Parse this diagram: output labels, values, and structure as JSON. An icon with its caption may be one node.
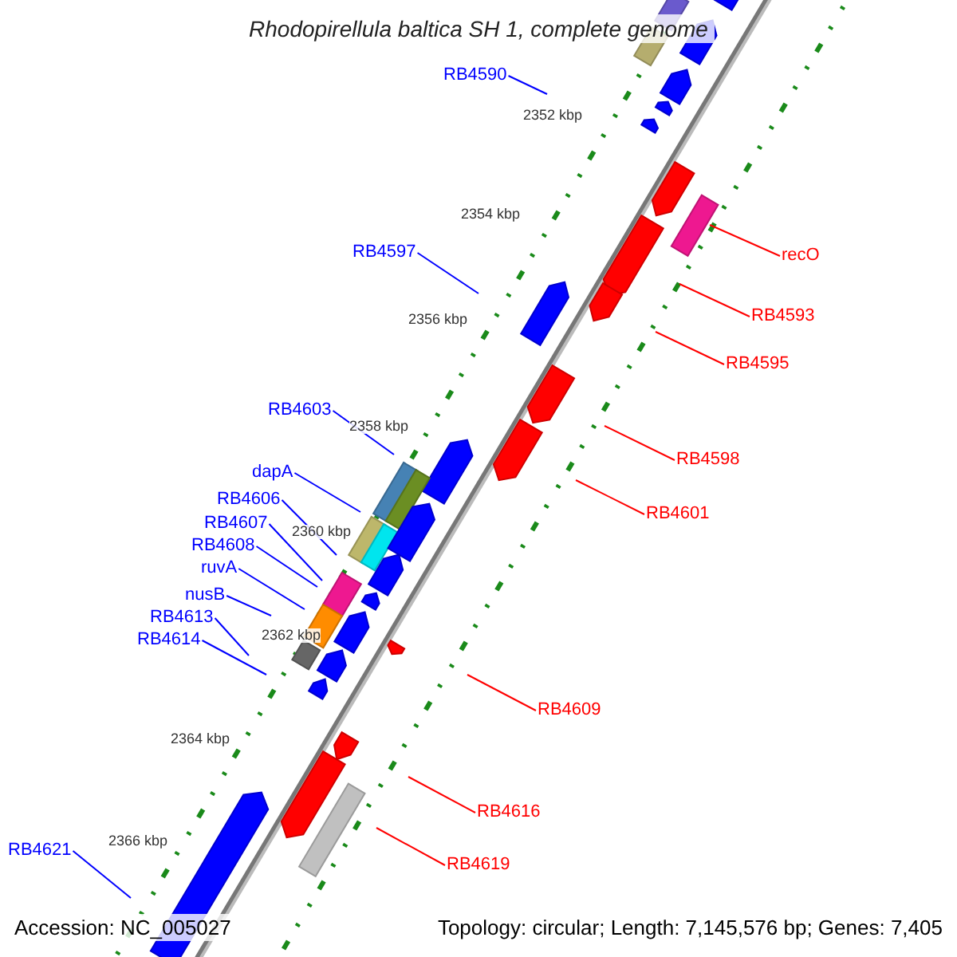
{
  "diagram": {
    "title": "Rhodopirellula baltica SH 1, complete genome",
    "nodes": [
      {
        "text": [
          "RB4590"
        ]
      },
      {
        "text": [
          "recO"
        ]
      },
      {
        "text": [
          "RB4597"
        ]
      },
      {
        "text": [
          "RB4593"
        ]
      },
      {
        "text": [
          "RB4595"
        ]
      },
      {
        "text": [
          "RB4603"
        ]
      },
      {
        "text": [
          "RB4598"
        ]
      },
      {
        "text": [
          "dapA"
        ]
      },
      {
        "text": [
          "RB4606"
        ]
      },
      {
        "text": [
          "RB4601"
        ]
      },
      {
        "text": [
          "RB4607"
        ]
      },
      {
        "text": [
          "RB4608"
        ]
      },
      {
        "text": [
          "ruvA"
        ]
      },
      {
        "text": [
          "nusB"
        ]
      },
      {
        "text": [
          "RB4613"
        ]
      },
      {
        "text": [
          "RB4614"
        ]
      },
      {
        "text": [
          "RB4609"
        ]
      },
      {
        "text": [
          "RB4616"
        ]
      },
      {
        "text": [
          "RB4621"
        ]
      },
      {
        "text": [
          "RB4619"
        ]
      }
    ],
    "edges": [
      {
        "from": 0,
        "to": null,
        "arrow": "none"
      },
      {
        "from": 1,
        "to": null,
        "arrow": "none",
        "color": "#ff0000"
      },
      {
        "from": 2,
        "to": null,
        "arrow": "none"
      },
      {
        "from": 3,
        "to": null,
        "arrow": "none",
        "color": "#ff0000"
      },
      {
        "from": 4,
        "to": null,
        "arrow": "none",
        "color": "#ff0000"
      },
      {
        "from": 5,
        "to": null,
        "arrow": "none"
      },
      {
        "from": 6,
        "to": null,
        "arrow": "none",
        "color": "#ff0000"
      },
      {
        "from": 7,
        "to": null,
        "arrow": "none"
      },
      {
        "from": 8,
        "to": null,
        "arrow": "none"
      },
      {
        "from": 9,
        "to": null,
        "arrow": "none",
        "color": "#ff0000"
      },
      {
        "from": 10,
        "to": null,
        "arrow": "none"
      },
      {
        "from": 11,
        "to": null,
        "arrow": "none"
      },
      {
        "from": 12,
        "to": null,
        "arrow": "none"
      },
      {
        "from": 13,
        "to": null,
        "arrow": "none"
      },
      {
        "from": 14,
        "to": null,
        "arrow": "none"
      },
      {
        "from": 15,
        "to": null,
        "arrow": "none"
      },
      {
        "from": 16,
        "to": null,
        "arrow": "none",
        "color": "#ff0000"
      },
      {
        "from": 17,
        "to": null,
        "arrow": "none",
        "color": "#ff0000"
      },
      {
        "from": 18,
        "to": null,
        "arrow": "none"
      },
      {
        "from": 19,
        "to": null,
        "arrow": "none",
        "color": "#ff0000"
      }
    ],
    "labels": [
      "2352 kbp",
      "2354 kbp",
      "2356 kbp",
      "2358 kbp",
      "2360 kbp",
      "2362 kbp",
      "2364 kbp",
      "2366 kbp",
      "Accession: NC_005027",
      "Topology: circular; Length: 7,145,576 bp; Genes: 7,405"
    ]
  }
}
